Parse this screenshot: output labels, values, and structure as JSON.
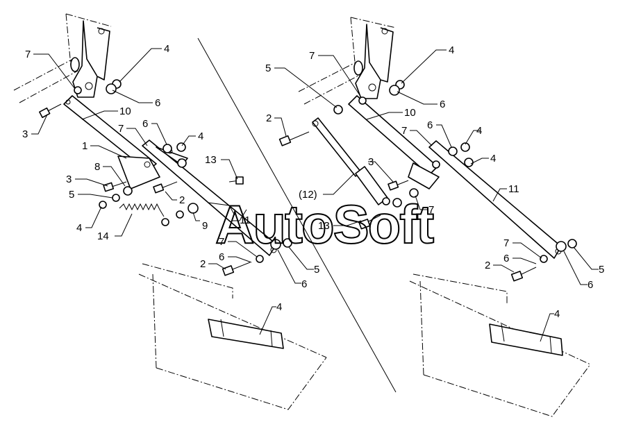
{
  "watermark": "AutoSoft",
  "left_callouts": {
    "c1": "1",
    "c2a": "2",
    "c2b": "2",
    "c3a": "3",
    "c3b": "3",
    "c4a": "4",
    "c4b": "4",
    "c4c": "4",
    "c4d": "4",
    "c5a": "5",
    "c5b": "5",
    "c6a": "6",
    "c6b": "6",
    "c6c": "6",
    "c6d": "6",
    "c7a": "7",
    "c7b": "7",
    "c7c": "7",
    "c8": "8",
    "c9": "9",
    "c10": "10",
    "c11": "11",
    "c13": "13",
    "c14": "14"
  },
  "right_callouts": {
    "c2a": "2",
    "c2b": "2",
    "c3": "3",
    "c4a": "4",
    "c4b": "4",
    "c4c": "4",
    "c4d": "4",
    "c5a": "5",
    "c5b": "5",
    "c6a": "6",
    "c6b": "6",
    "c6c": "6",
    "c6d": "6",
    "c7a": "7",
    "c7b": "7",
    "c7c": "7",
    "c7d": "7",
    "c10": "10",
    "c11": "11",
    "c12": "(12)",
    "c13": "13"
  }
}
